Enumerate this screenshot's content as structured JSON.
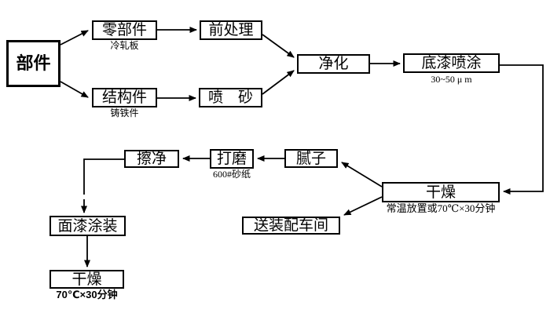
{
  "diagram": {
    "type": "flowchart",
    "language": "zh-CN",
    "nodes": {
      "start": {
        "label": "部件"
      },
      "parts": {
        "label": "零部件",
        "note": "冷轧板"
      },
      "pretreat": {
        "label": "前处理"
      },
      "struct": {
        "label": "结构件",
        "note": "铸铁件"
      },
      "blast": {
        "label": "喷　砂"
      },
      "purify": {
        "label": "净化"
      },
      "primer": {
        "label": "底漆喷涂",
        "note": "30~50 μ m"
      },
      "dry1": {
        "label": "干燥",
        "note": "常温放置或70℃×30分钟"
      },
      "putty": {
        "label": "腻子"
      },
      "sand": {
        "label": "打磨",
        "note": "600#砂纸"
      },
      "wipe": {
        "label": "擦净"
      },
      "topcoat": {
        "label": "面漆涂装"
      },
      "dry2": {
        "label": "干燥",
        "note": "70℃×30分钟"
      },
      "assembly": {
        "label": "送装配车间"
      }
    },
    "colors": {
      "line": "#000000",
      "box_border": "#000000",
      "background": "#ffffff"
    }
  }
}
